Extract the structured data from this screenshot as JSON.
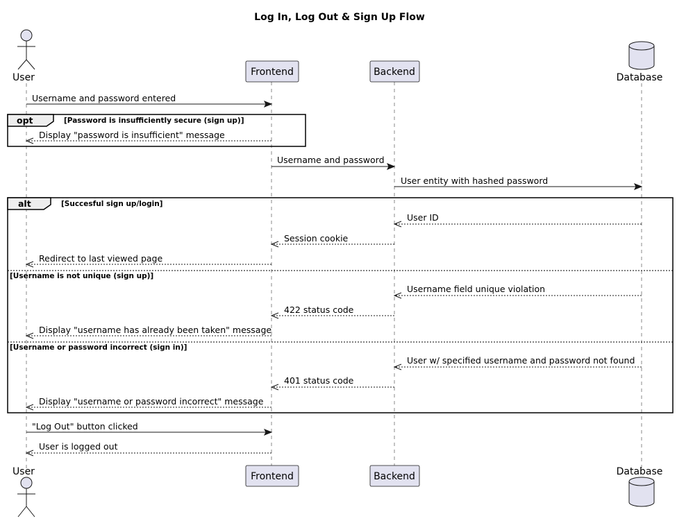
{
  "title": "Log In, Log Out & Sign Up Flow",
  "participants": {
    "user": "User",
    "frontend": "Frontend",
    "backend": "Backend",
    "database": "Database"
  },
  "messages": [
    {
      "from": "user",
      "to": "frontend",
      "label": "Username and password entered",
      "style": "solid"
    },
    {
      "from": "frontend",
      "to": "user",
      "label": "Display \"password is insufficient\" message",
      "style": "dashed"
    },
    {
      "from": "frontend",
      "to": "backend",
      "label": "Username and password",
      "style": "solid"
    },
    {
      "from": "backend",
      "to": "database",
      "label": "User entity with hashed password",
      "style": "solid"
    },
    {
      "from": "database",
      "to": "backend",
      "label": "User ID",
      "style": "dashed"
    },
    {
      "from": "backend",
      "to": "frontend",
      "label": "Session cookie",
      "style": "dashed"
    },
    {
      "from": "frontend",
      "to": "user",
      "label": "Redirect to last viewed page",
      "style": "dashed"
    },
    {
      "from": "database",
      "to": "backend",
      "label": "Username field unique violation",
      "style": "dashed"
    },
    {
      "from": "backend",
      "to": "frontend",
      "label": "422 status code",
      "style": "dashed"
    },
    {
      "from": "frontend",
      "to": "user",
      "label": "Display \"username has already been taken\" message",
      "style": "dashed"
    },
    {
      "from": "database",
      "to": "backend",
      "label": "User w/ specified username and password not found",
      "style": "dashed"
    },
    {
      "from": "backend",
      "to": "frontend",
      "label": "401 status code",
      "style": "dashed"
    },
    {
      "from": "frontend",
      "to": "user",
      "label": "Display \"username or password incorrect\" message",
      "style": "dashed"
    },
    {
      "from": "user",
      "to": "frontend",
      "label": "\"Log Out\" button clicked",
      "style": "solid"
    },
    {
      "from": "frontend",
      "to": "user",
      "label": "User is logged out",
      "style": "dashed"
    }
  ],
  "frames": {
    "opt": {
      "keyword": "opt",
      "guard": "[Password is insufficiently secure (sign up)]"
    },
    "alt": {
      "keyword": "alt",
      "guard": "[Succesful sign up/login]",
      "else_guards": [
        "[Username is not unique (sign up)]",
        "[Username or password incorrect (sign in)]"
      ]
    }
  },
  "colors": {
    "participant_fill": "#e2e2f0",
    "frame_tab_fill": "#eeeeee",
    "line": "#181818"
  }
}
